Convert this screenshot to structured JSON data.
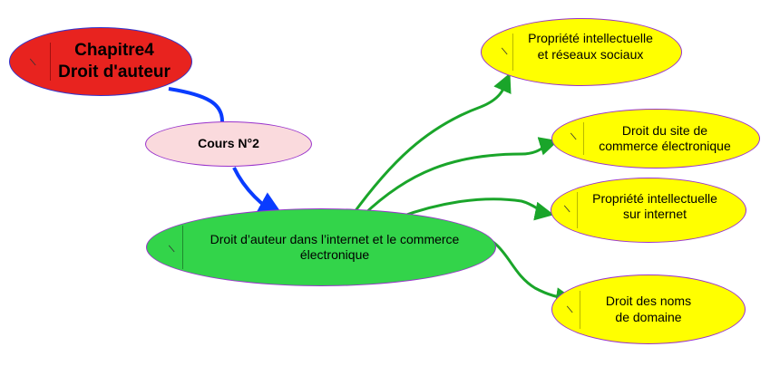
{
  "root": {
    "line1": "Chapitre4",
    "line2": "Droit d'auteur",
    "color": "#e8231f"
  },
  "course": {
    "label": "Cours N°2",
    "color": "#fadadd"
  },
  "main": {
    "line1": "Droit d’auteur dans  l’internet et le commerce",
    "line2": "électronique",
    "color": "#33d44a"
  },
  "children": [
    {
      "line1": "Propriété intellectuelle",
      "line2": "et réseaux sociaux"
    },
    {
      "line1": "Droit du site de",
      "line2": "commerce électronique"
    },
    {
      "line1": "Propriété intellectuelle",
      "line2": "sur internet"
    },
    {
      "line1": "Droit des noms",
      "line2": "de domaine"
    }
  ],
  "colors": {
    "blue_link": "#0a3cff",
    "green_link": "#1aa52a",
    "child": "#ffff00",
    "border": "#9933cc"
  }
}
